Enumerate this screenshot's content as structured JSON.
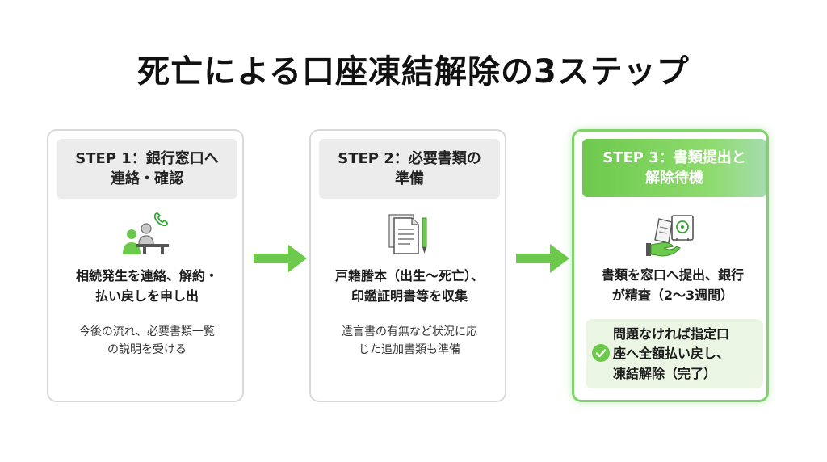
{
  "title": "死亡による口座凍結解除の3ステップ",
  "colors": {
    "accent_green": "#6cc94c",
    "card_border": "#d9d9d9",
    "active_border": "#7fd36a",
    "head_gray": "#ececec",
    "done_bg": "#eaf5e4"
  },
  "steps": [
    {
      "head_line1": "STEP 1：銀行窓口へ",
      "head_line2": "連絡・確認",
      "icon": "person-at-counter-phone-icon",
      "main_line1": "相続発生を連絡、解約・",
      "main_line2": "払い戻しを申し出",
      "sub_line1": "今後の流れ、必要書類一覧",
      "sub_line2": "の説明を受ける"
    },
    {
      "head_line1": "STEP 2：必要書類の",
      "head_line2": "準備",
      "icon": "documents-pen-icon",
      "main_line1": "戸籍謄本（出生～死亡）、",
      "main_line2": "印鑑証明書等を収集",
      "sub_line1": "遺言書の有無など状況に応",
      "sub_line2": "じた追加書類も準備"
    },
    {
      "head_line1": "STEP 3：書類提出と",
      "head_line2": "解除待機",
      "icon": "hand-document-safe-icon",
      "main_line1": "書類を窓口へ提出、銀行",
      "main_line2": "が精査（2～3週間）",
      "done_line1": "問題なければ指定口",
      "done_line2": "座へ全額払い戻し、",
      "done_line3": "凍結解除（完了）"
    }
  ]
}
